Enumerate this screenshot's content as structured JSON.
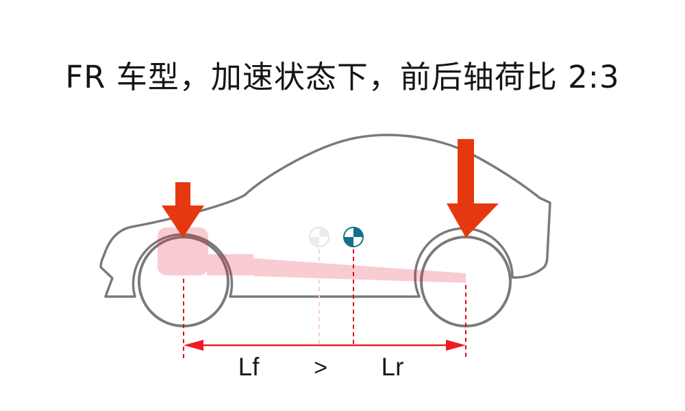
{
  "title": {
    "text": "FR 车型，加速状态下，前后轴荷比 2:3"
  },
  "dimension_labels": {
    "front": "Lf",
    "comparator": ">",
    "rear": "Lr"
  },
  "icons": {
    "front_force": "down-arrow-icon",
    "rear_force": "down-arrow-icon",
    "center_of_mass_current": "center-of-mass-icon",
    "center_of_mass_previous": "center-of-mass-faded-icon",
    "wheelbase": "double-headed-arrow-icon"
  },
  "colors": {
    "outline_gray": "#7a7a7a",
    "force_arrow_red": "#e5380f",
    "drivetrain_red": "#e11931",
    "axle_dash_red": "#e2001a",
    "com_dash_pink": "#f6d0d6",
    "measure_red": "#ed1c24",
    "com_teal": "#156f8c",
    "com_faded_gray": "#dfe3e5",
    "com_faded_fill": "#e9edef",
    "text_black": "#1a1a1a"
  }
}
